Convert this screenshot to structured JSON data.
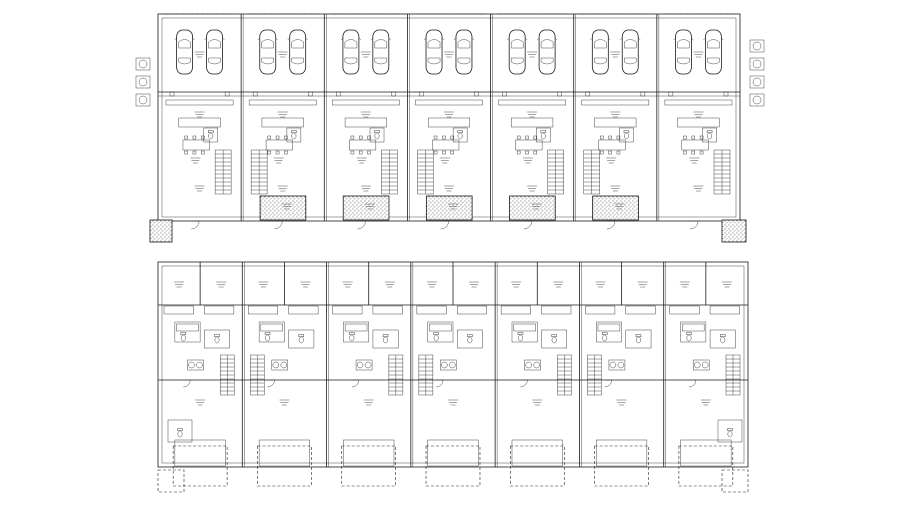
{
  "drawing": {
    "kind": "architectural floor plans",
    "plans": [
      {
        "level": "ground",
        "units": 7,
        "garage_bays_per_unit": 2,
        "cars_per_unit": 2
      },
      {
        "level": "upper",
        "units": 7
      }
    ],
    "line_color": "#1a1a1a",
    "background": "#ffffff",
    "icons": [
      "car-icon",
      "stair-icon",
      "fixture-icon"
    ]
  }
}
